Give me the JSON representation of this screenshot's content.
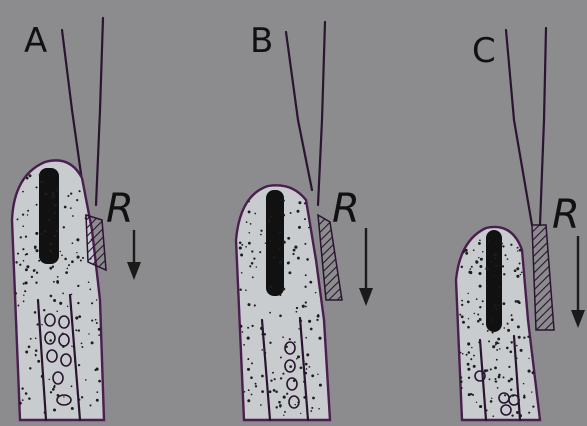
{
  "panels": [
    {
      "label": "A",
      "force_label": "R"
    },
    {
      "label": "B",
      "force_label": "R"
    },
    {
      "label": "C",
      "force_label": "R"
    }
  ],
  "colors": {
    "background": "#8c8c8e",
    "tooth_fill": "#c9cccf",
    "outline": "#4a1e4f",
    "canal": "#111111",
    "ink": "#2a1430"
  }
}
